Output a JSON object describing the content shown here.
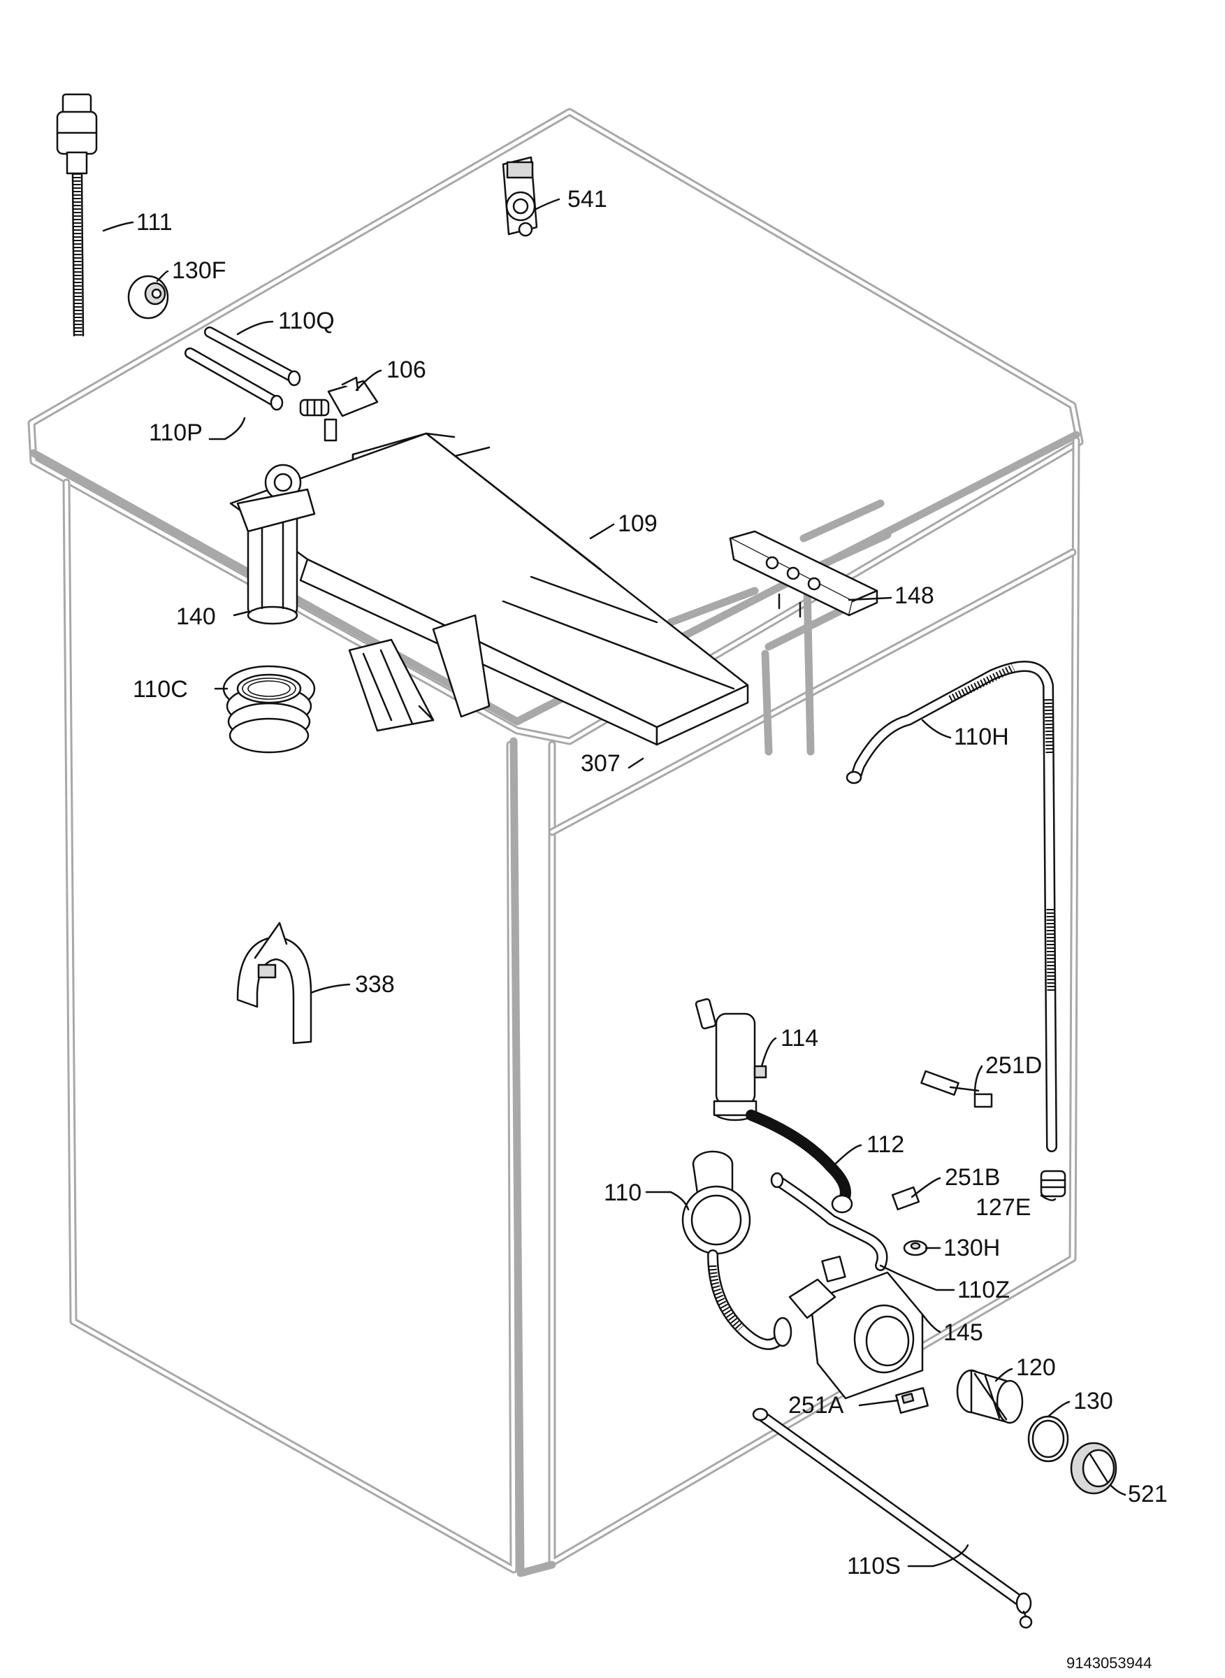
{
  "labels": {
    "p111": "111",
    "p541": "541",
    "p130F": "130F",
    "p110Q": "110Q",
    "p106": "106",
    "p110P": "110P",
    "p109": "109",
    "p148": "148",
    "p140": "140",
    "p110C": "110C",
    "p307": "307",
    "p110H": "110H",
    "p338": "338",
    "p114": "114",
    "p251D": "251D",
    "p112": "112",
    "p251B": "251B",
    "p110": "110",
    "p127E": "127E",
    "p130H": "130H",
    "p110Z": "110Z",
    "p145": "145",
    "p120": "120",
    "p251A": "251A",
    "p130": "130",
    "p521": "521",
    "p110S": "110S"
  },
  "document_number": "9143053944"
}
